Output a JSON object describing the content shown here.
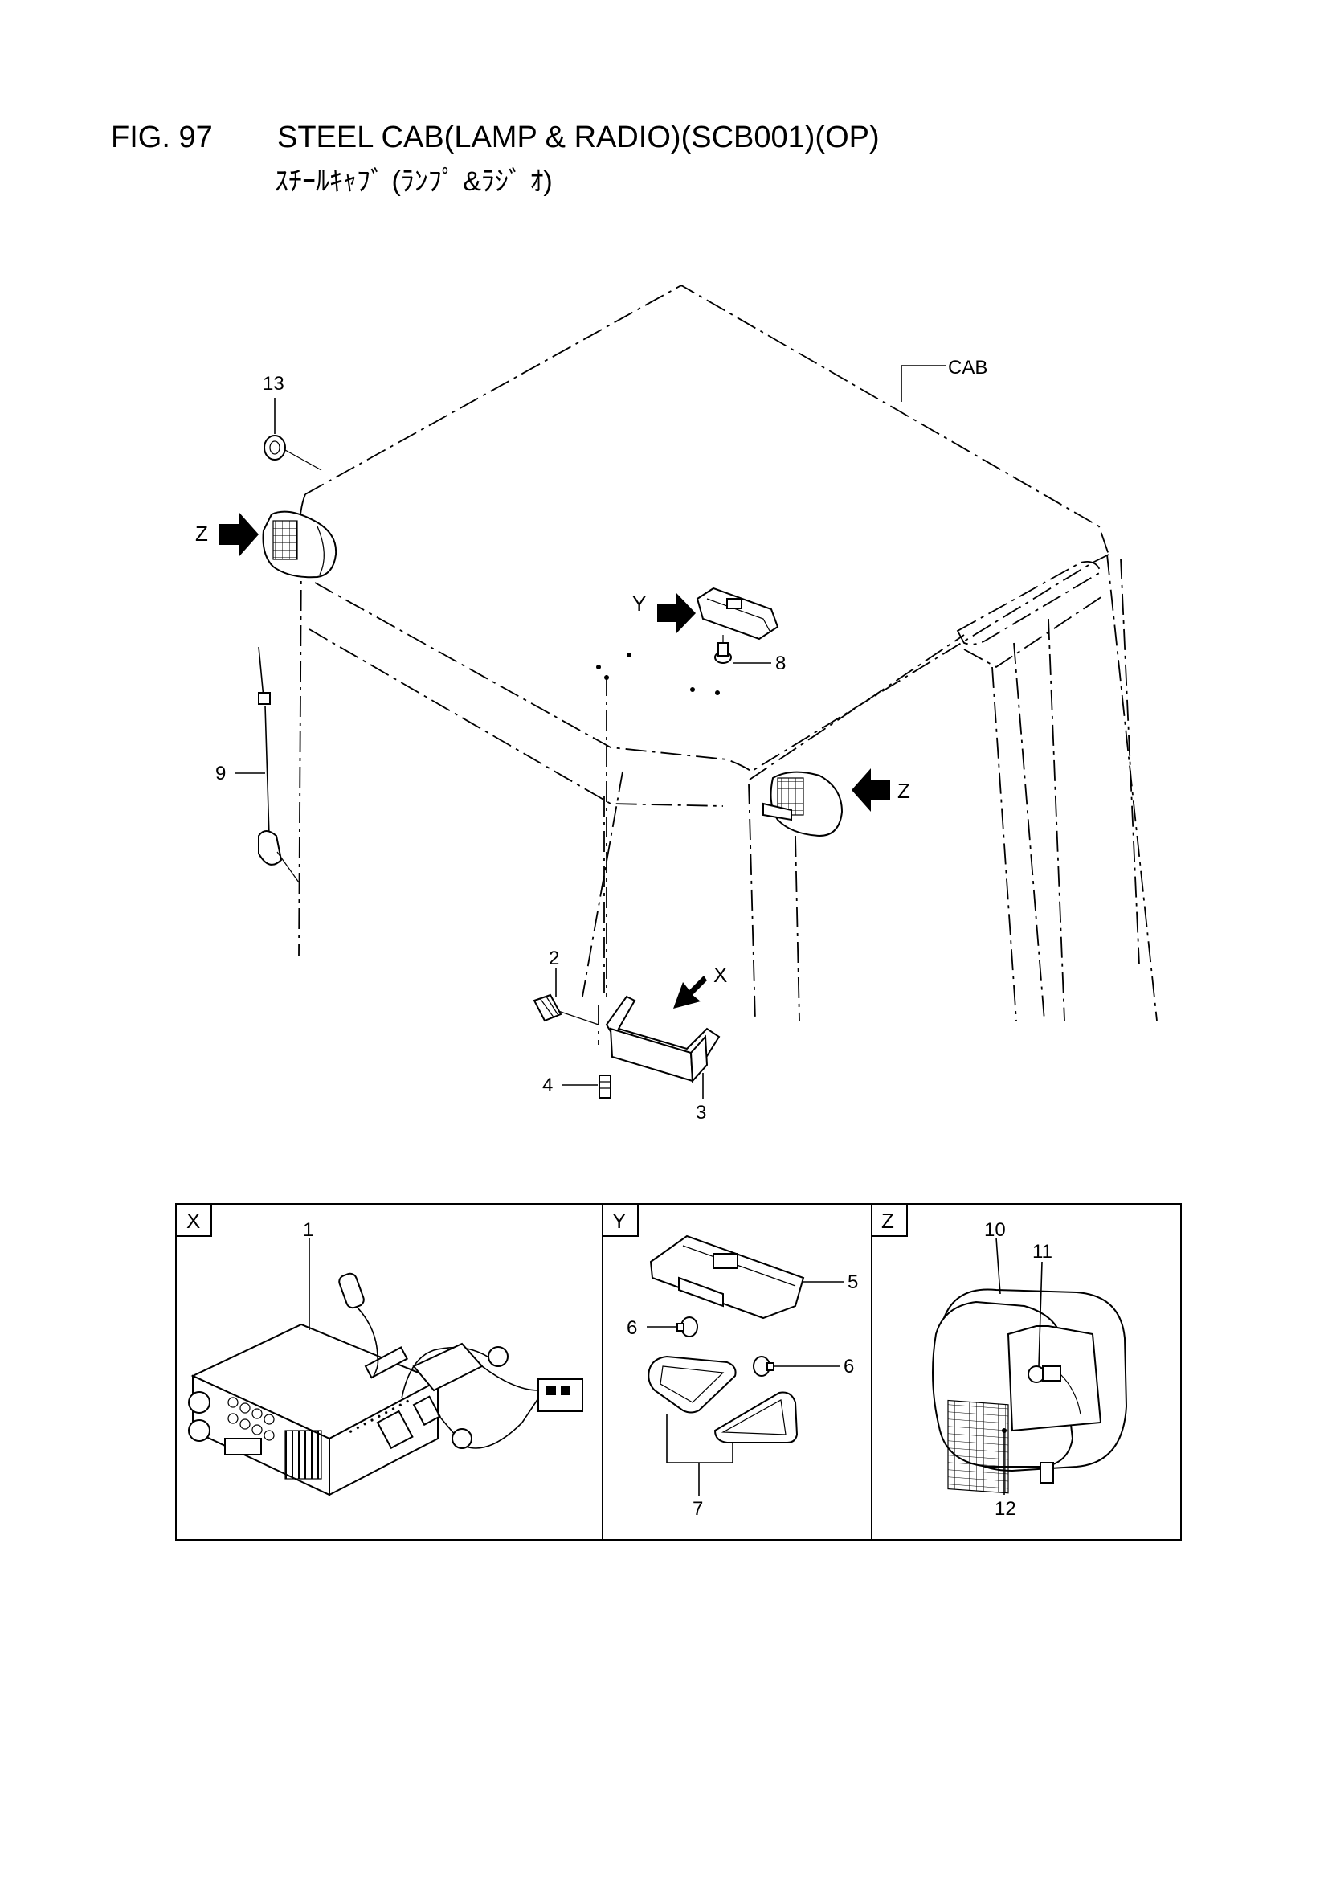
{
  "header": {
    "fig_no": "FIG. 97",
    "title": "STEEL CAB(LAMP & RADIO)(SCB001)(OP)",
    "subtitle": "ｽﾁｰﾙｷｬﾌﾞ (ﾗﾝﾌﾟ &ﾗｼﾞ ｵ)"
  },
  "main_view": {
    "cab_label": "CAB",
    "view_markers": {
      "z_left": "Z",
      "z_right": "Z",
      "y": "Y",
      "x": "X"
    },
    "callouts": {
      "p13": "13",
      "p8": "8",
      "p9": "9",
      "p2": "2",
      "p4": "4",
      "p3": "3"
    }
  },
  "detail_panels": [
    {
      "tag": "X",
      "callouts": [
        "1"
      ]
    },
    {
      "tag": "Y",
      "callouts": [
        "5",
        "6",
        "6",
        "7"
      ]
    },
    {
      "tag": "Z",
      "callouts": [
        "10",
        "11",
        "12"
      ]
    }
  ]
}
